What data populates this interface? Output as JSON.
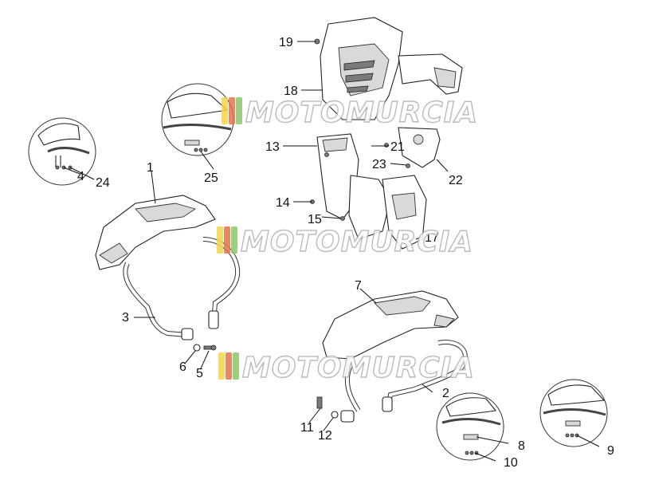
{
  "diagram": {
    "type": "exploded-parts-diagram",
    "callouts": [
      "1",
      "2",
      "3",
      "4",
      "5",
      "6",
      "7",
      "8",
      "9",
      "10",
      "11",
      "12",
      "13",
      "14",
      "15",
      "17",
      "18",
      "19",
      "21",
      "22",
      "23",
      "24",
      "25"
    ]
  },
  "watermark": {
    "text": "MOTOMURCIA",
    "stripe_colors": [
      "#f2d64b",
      "#e8744a",
      "#8cc56b"
    ]
  }
}
